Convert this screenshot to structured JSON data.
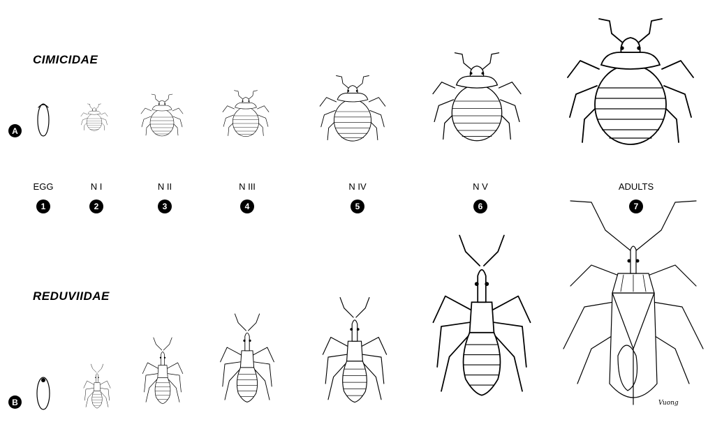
{
  "families": {
    "a": {
      "name": "CIMICIDAE",
      "marker": "A"
    },
    "b": {
      "name": "REDUVIIDAE",
      "marker": "B"
    }
  },
  "stages": [
    {
      "label": "EGG",
      "number": "1"
    },
    {
      "label": "N I",
      "number": "2"
    },
    {
      "label": "N II",
      "number": "3"
    },
    {
      "label": "N III",
      "number": "4"
    },
    {
      "label": "N IV",
      "number": "5"
    },
    {
      "label": "N V",
      "number": "6"
    },
    {
      "label": "ADULTS",
      "number": "7"
    }
  ],
  "signature": "Vuong"
}
